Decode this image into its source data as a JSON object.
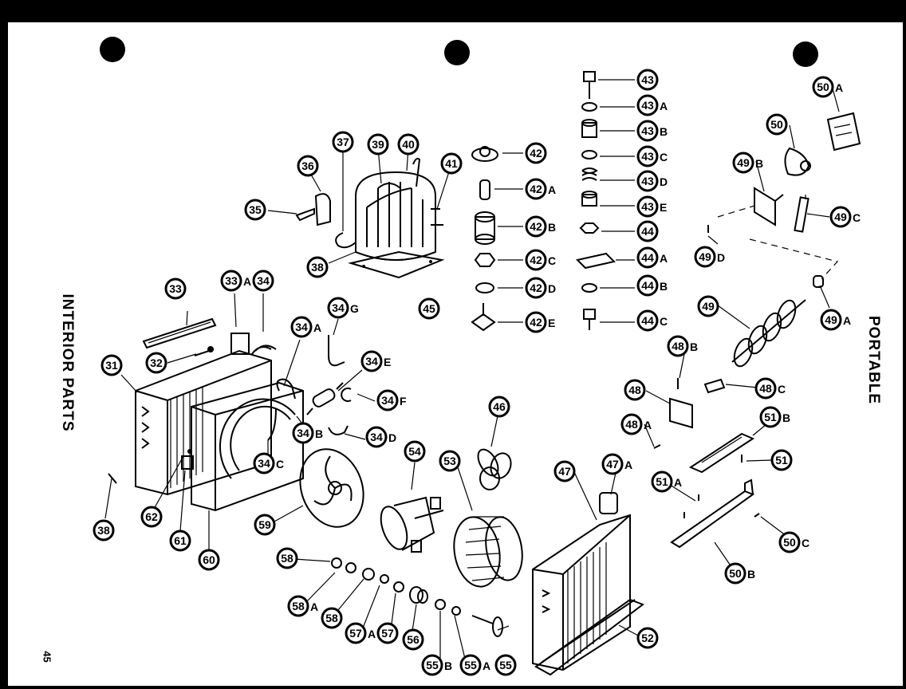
{
  "labels": {
    "interior_parts": "INTERIOR PARTS",
    "portable": "PORTABLE",
    "page_number": "45"
  },
  "callouts": [
    {
      "num": "31",
      "suf": ""
    },
    {
      "num": "32",
      "suf": ""
    },
    {
      "num": "33",
      "suf": ""
    },
    {
      "num": "33",
      "suf": "A"
    },
    {
      "num": "34",
      "suf": ""
    },
    {
      "num": "34",
      "suf": "A"
    },
    {
      "num": "34",
      "suf": "B"
    },
    {
      "num": "34",
      "suf": "C"
    },
    {
      "num": "34",
      "suf": "D"
    },
    {
      "num": "34",
      "suf": "E"
    },
    {
      "num": "34",
      "suf": "F"
    },
    {
      "num": "34",
      "suf": "G"
    },
    {
      "num": "35",
      "suf": ""
    },
    {
      "num": "36",
      "suf": ""
    },
    {
      "num": "37",
      "suf": ""
    },
    {
      "num": "38",
      "suf": ""
    },
    {
      "num": "38",
      "suf": ""
    },
    {
      "num": "39",
      "suf": ""
    },
    {
      "num": "40",
      "suf": ""
    },
    {
      "num": "41",
      "suf": ""
    },
    {
      "num": "42",
      "suf": ""
    },
    {
      "num": "42",
      "suf": "A"
    },
    {
      "num": "42",
      "suf": "B"
    },
    {
      "num": "42",
      "suf": "C"
    },
    {
      "num": "42",
      "suf": "D"
    },
    {
      "num": "42",
      "suf": "E"
    },
    {
      "num": "43",
      "suf": ""
    },
    {
      "num": "43",
      "suf": "A"
    },
    {
      "num": "43",
      "suf": "B"
    },
    {
      "num": "43",
      "suf": "C"
    },
    {
      "num": "43",
      "suf": "D"
    },
    {
      "num": "43",
      "suf": "E"
    },
    {
      "num": "44",
      "suf": ""
    },
    {
      "num": "44",
      "suf": "A"
    },
    {
      "num": "44",
      "suf": "B"
    },
    {
      "num": "44",
      "suf": "C"
    },
    {
      "num": "45",
      "suf": ""
    },
    {
      "num": "46",
      "suf": ""
    },
    {
      "num": "47",
      "suf": ""
    },
    {
      "num": "47",
      "suf": "A"
    },
    {
      "num": "48",
      "suf": ""
    },
    {
      "num": "48",
      "suf": "A"
    },
    {
      "num": "48",
      "suf": "B"
    },
    {
      "num": "48",
      "suf": "C"
    },
    {
      "num": "49",
      "suf": ""
    },
    {
      "num": "49",
      "suf": "A"
    },
    {
      "num": "49",
      "suf": "B"
    },
    {
      "num": "49",
      "suf": "C"
    },
    {
      "num": "49",
      "suf": "D"
    },
    {
      "num": "50",
      "suf": ""
    },
    {
      "num": "50",
      "suf": "A"
    },
    {
      "num": "50",
      "suf": "B"
    },
    {
      "num": "50",
      "suf": "C"
    },
    {
      "num": "51",
      "suf": ""
    },
    {
      "num": "51",
      "suf": "A"
    },
    {
      "num": "51",
      "suf": "B"
    },
    {
      "num": "52",
      "suf": ""
    },
    {
      "num": "53",
      "suf": ""
    },
    {
      "num": "54",
      "suf": ""
    },
    {
      "num": "55",
      "suf": ""
    },
    {
      "num": "55",
      "suf": "A"
    },
    {
      "num": "55",
      "suf": "B"
    },
    {
      "num": "56",
      "suf": ""
    },
    {
      "num": "57",
      "suf": ""
    },
    {
      "num": "57",
      "suf": "A"
    },
    {
      "num": "58",
      "suf": ""
    },
    {
      "num": "58",
      "suf": "A"
    },
    {
      "num": "58",
      "suf": ""
    },
    {
      "num": "59",
      "suf": ""
    },
    {
      "num": "60",
      "suf": ""
    },
    {
      "num": "61",
      "suf": ""
    },
    {
      "num": "62",
      "suf": ""
    }
  ]
}
